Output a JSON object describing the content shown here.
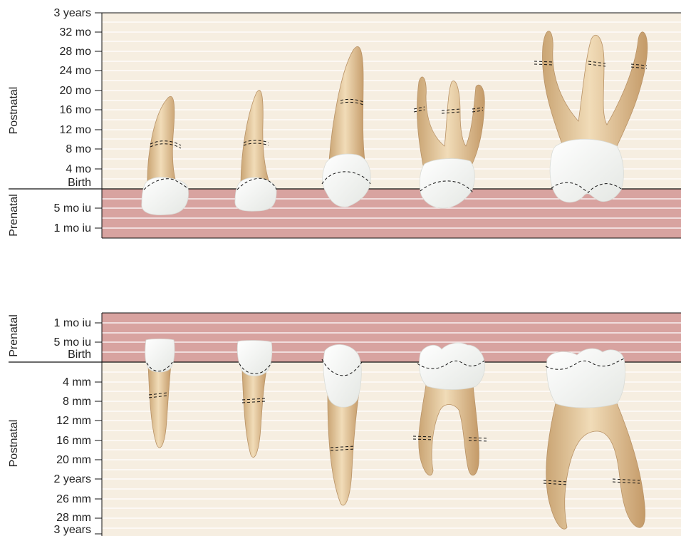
{
  "colors": {
    "postnatal_band": "#f6eee1",
    "prenatal_band": "#d8a3a0",
    "grid_line": "#ffffff",
    "root": "#e7cfa6",
    "root_shadow": "#c9a77a",
    "crown": "#f3f3ef",
    "outline": "#111111"
  },
  "upper": {
    "axis_labels": {
      "postnatal": "Postnatal",
      "prenatal": "Prenatal"
    },
    "ticks": [
      "3 years",
      "32 mo",
      "28 mo",
      "24 mo",
      "20 mo",
      "16 mo",
      "12 mo",
      "8 mo",
      "4 mo",
      "Birth",
      "5 mo iu",
      "1 mo iu"
    ]
  },
  "lower": {
    "axis_labels": {
      "prenatal": "Prenatal",
      "postnatal": "Postnatal"
    },
    "ticks": [
      "1 mo iu",
      "5 mo iu",
      "Birth",
      "4 mm",
      "8 mm",
      "12 mm",
      "16 mm",
      "20 mm",
      "2 years",
      "26 mm",
      "28 mm",
      "3 years"
    ]
  },
  "teeth_icons": [
    "maxillary-central-incisor-icon",
    "maxillary-lateral-incisor-icon",
    "maxillary-canine-icon",
    "maxillary-first-molar-icon",
    "maxillary-second-molar-icon",
    "mandibular-central-incisor-icon",
    "mandibular-lateral-incisor-icon",
    "mandibular-canine-icon",
    "mandibular-first-molar-icon",
    "mandibular-second-molar-icon"
  ]
}
